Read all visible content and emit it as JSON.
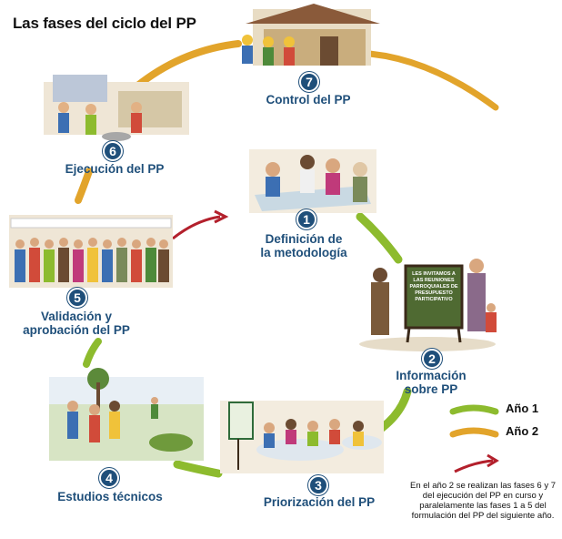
{
  "title": "Las fases del ciclo del PP",
  "phases": [
    {
      "number": "1",
      "label_lines": [
        "Definición de",
        "la metodología"
      ]
    },
    {
      "number": "2",
      "label_lines": [
        "Información",
        "sobre PP"
      ]
    },
    {
      "number": "3",
      "label_lines": [
        "Priorización del PP"
      ]
    },
    {
      "number": "4",
      "label_lines": [
        "Estudios técnicos"
      ]
    },
    {
      "number": "5",
      "label_lines": [
        "Validación y",
        "aprobación del PP"
      ]
    },
    {
      "number": "6",
      "label_lines": [
        "Ejecución del PP"
      ]
    },
    {
      "number": "7",
      "label_lines": [
        "Control del PP"
      ]
    }
  ],
  "board_text": "LES INVITAMOS A LAS REUNIONES PARROQUIALES DE PRESUPUESTO PARTICIPATIVO",
  "legend": [
    {
      "label": "Año 1",
      "color": "#8dbb2e"
    },
    {
      "label": "Año 2",
      "color": "#e2a42b"
    }
  ],
  "arrow_color": "#b3202c",
  "note": "En el año 2 se realizan las fases 6 y 7 del ejecución del PP en curso y paralelamente las fases 1 a 5 del formulación del PP del siguiente año."
}
